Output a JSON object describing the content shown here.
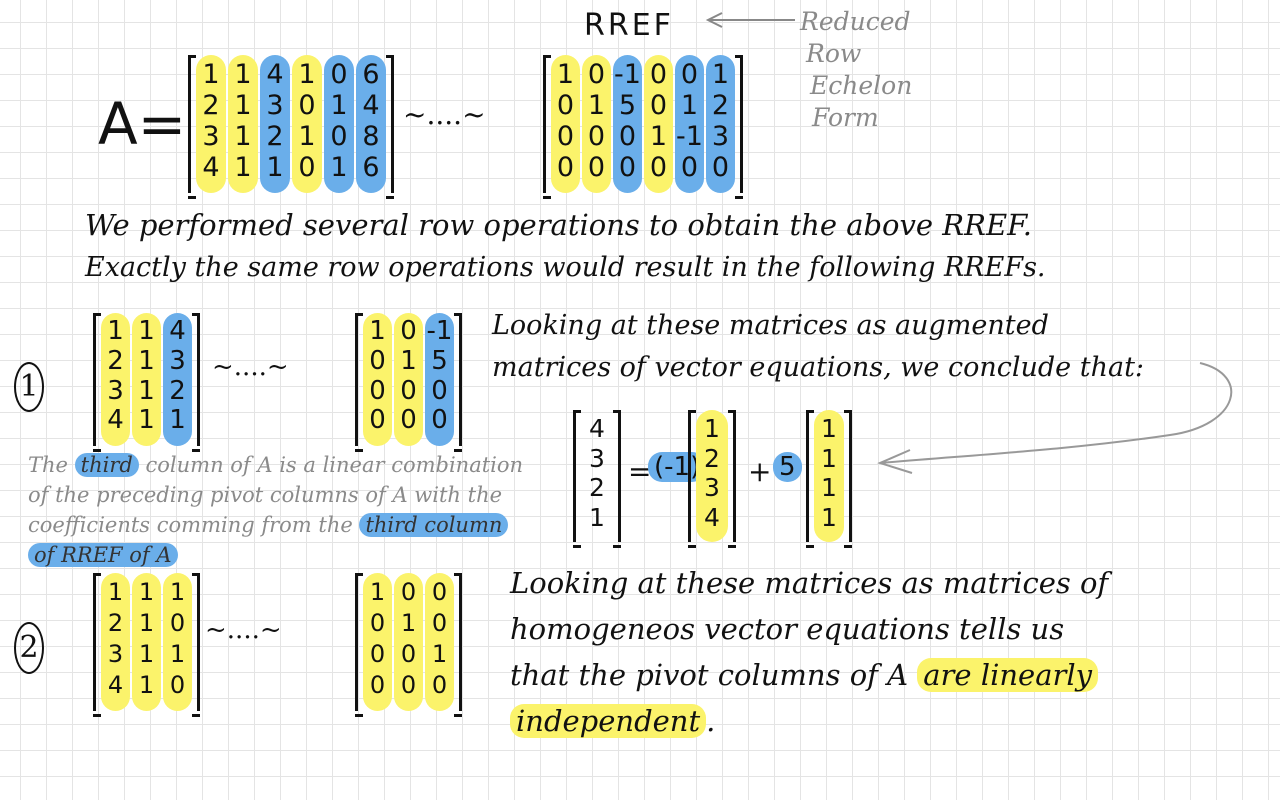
{
  "colors": {
    "yellow": "#fbf36b",
    "blue": "#6aaeea",
    "grey": "#8a8a8a"
  },
  "header": {
    "rref_label": "RREF",
    "rref_expansion": [
      "Reduced",
      "Row",
      "Echelon",
      "Form"
    ]
  },
  "a_label": "A=",
  "equiv": "~....~",
  "matrices": {
    "A": {
      "rows": [
        [
          "1",
          "1",
          "4",
          "1",
          "0",
          "6"
        ],
        [
          "2",
          "1",
          "3",
          "0",
          "1",
          "4"
        ],
        [
          "3",
          "1",
          "2",
          "1",
          "0",
          "8"
        ],
        [
          "4",
          "1",
          "1",
          "0",
          "1",
          "6"
        ]
      ],
      "highlight": [
        "yellow",
        "yellow",
        "blue",
        "yellow",
        "blue",
        "blue"
      ]
    },
    "A_rref": {
      "rows": [
        [
          "1",
          "0",
          "-1",
          "0",
          "0",
          "1"
        ],
        [
          "0",
          "1",
          "5",
          "0",
          "1",
          "2"
        ],
        [
          "0",
          "0",
          "0",
          "1",
          "-1",
          "3"
        ],
        [
          "0",
          "0",
          "0",
          "0",
          "0",
          "0"
        ]
      ],
      "highlight": [
        "yellow",
        "yellow",
        "blue",
        "yellow",
        "blue",
        "blue"
      ]
    },
    "ex1_left": {
      "rows": [
        [
          "1",
          "1",
          "4"
        ],
        [
          "2",
          "1",
          "3"
        ],
        [
          "3",
          "1",
          "2"
        ],
        [
          "4",
          "1",
          "1"
        ]
      ],
      "highlight": [
        "yellow",
        "yellow",
        "blue"
      ]
    },
    "ex1_right": {
      "rows": [
        [
          "1",
          "0",
          "-1"
        ],
        [
          "0",
          "1",
          "5"
        ],
        [
          "0",
          "0",
          "0"
        ],
        [
          "0",
          "0",
          "0"
        ]
      ],
      "highlight": [
        "yellow",
        "yellow",
        "blue"
      ]
    },
    "ex2_left": {
      "rows": [
        [
          "1",
          "1",
          "1"
        ],
        [
          "2",
          "1",
          "0"
        ],
        [
          "3",
          "1",
          "1"
        ],
        [
          "4",
          "1",
          "0"
        ]
      ],
      "highlight": [
        "yellow",
        "yellow",
        "yellow"
      ]
    },
    "ex2_right": {
      "rows": [
        [
          "1",
          "0",
          "0"
        ],
        [
          "0",
          "1",
          "0"
        ],
        [
          "0",
          "0",
          "1"
        ],
        [
          "0",
          "0",
          "0"
        ]
      ],
      "highlight": [
        "yellow",
        "yellow",
        "yellow"
      ]
    },
    "vec_lhs": {
      "rows": [
        [
          "4"
        ],
        [
          "3"
        ],
        [
          "2"
        ],
        [
          "1"
        ]
      ],
      "highlight": [
        "none"
      ]
    },
    "vec_c1": {
      "rows": [
        [
          "1"
        ],
        [
          "2"
        ],
        [
          "3"
        ],
        [
          "4"
        ]
      ],
      "highlight": [
        "yellow"
      ]
    },
    "vec_c2": {
      "rows": [
        [
          "1"
        ],
        [
          "1"
        ],
        [
          "1"
        ],
        [
          "1"
        ]
      ],
      "highlight": [
        "yellow"
      ]
    }
  },
  "intro": [
    "We performed several row operations to obtain the above RREF.",
    "Exactly the same row operations would result in the following RREFs."
  ],
  "example_numbers": [
    "1",
    "2"
  ],
  "augmented_text": [
    "Looking at these matrices as augmented",
    "matrices of vector equations, we conclude that:"
  ],
  "equation": {
    "equals": "=",
    "coef1": "(-1)",
    "plus": "+",
    "coef2": "5"
  },
  "note": {
    "l1_pre": "The",
    "l1_hl": "third",
    "l1_post": "column of A is a linear combination",
    "l2": "of the preceding pivot columns of A with the",
    "l3_pre": "coefficients comming from the",
    "l3_hl": "third column",
    "l4_hl": "of RREF of A"
  },
  "homog_text": {
    "l1": "Looking at these matrices as matrices of",
    "l2": "homogeneos vector equations tells us",
    "l3_pre": "that the pivot columns of A",
    "l3_hl": "are linearly",
    "l4_hl": "independent",
    "l4_post": "."
  }
}
